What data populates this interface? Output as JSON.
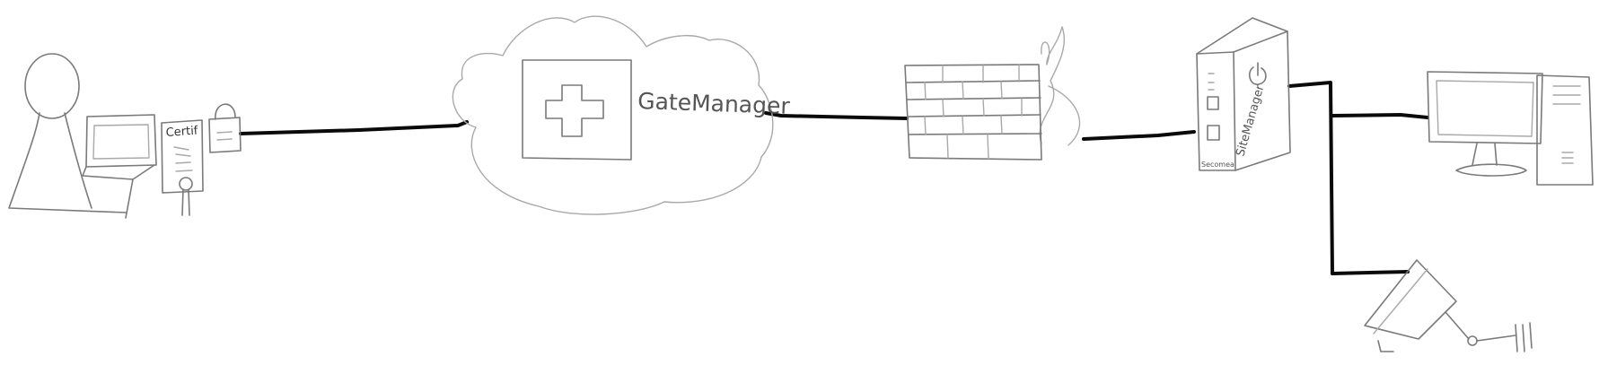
{
  "nodes": {
    "certificate_label": "Certif",
    "cloud_label": "GateManager",
    "router_label": "SiteManager",
    "router_brand": "Secomea"
  },
  "colors": {
    "wire": "#0a0a0a",
    "sketch": "#7a7a7a",
    "sketch_light": "#a9a9a9"
  }
}
